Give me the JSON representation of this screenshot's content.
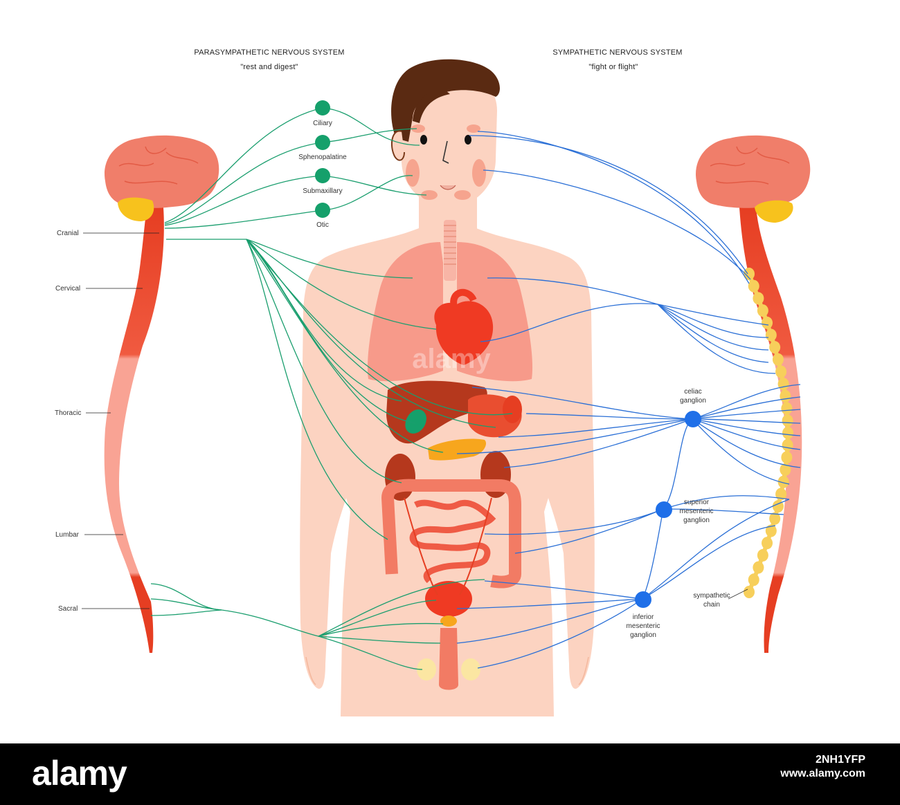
{
  "parasympathetic": {
    "title": "PARASYMPATHETIC NERVOUS SYSTEM",
    "subtitle": "\"rest and digest\""
  },
  "sympathetic": {
    "title": "SYMPATHETIC NERVOUS SYSTEM",
    "subtitle": "\"fight or flight\""
  },
  "spine_regions": [
    "Cranial",
    "Cervical",
    "Thoracic",
    "Lumbar",
    "Sacral"
  ],
  "cranial_ganglia": [
    "Ciliary",
    "Sphenopalatine",
    "Submaxillary",
    "Otic"
  ],
  "sympathetic_ganglia": {
    "celiac": [
      "celiac",
      "ganglion"
    ],
    "superior": [
      "superior",
      "mesenteric",
      "ganglion"
    ],
    "inferior": [
      "inferior",
      "mesenteric",
      "ganglion"
    ],
    "chain": [
      "sympathetic",
      "chain"
    ]
  },
  "watermark": "alamy",
  "footer": {
    "logo": "alamy",
    "image_id": "2NH1YFP",
    "url": "www.alamy.com"
  },
  "colors": {
    "parasympathetic_nerve": "#1a9e6e",
    "sympathetic_nerve": "#2a6fd6",
    "ganglion_green": "#15a06b",
    "ganglion_blue": "#1f6fe8",
    "brain": "#f07e6a",
    "cerebellum": "#f7c21d",
    "spine_dark": "#e63e22",
    "spine_light": "#f9a394",
    "skin": "#fcd3c1",
    "chain": "#f7cf5b"
  }
}
